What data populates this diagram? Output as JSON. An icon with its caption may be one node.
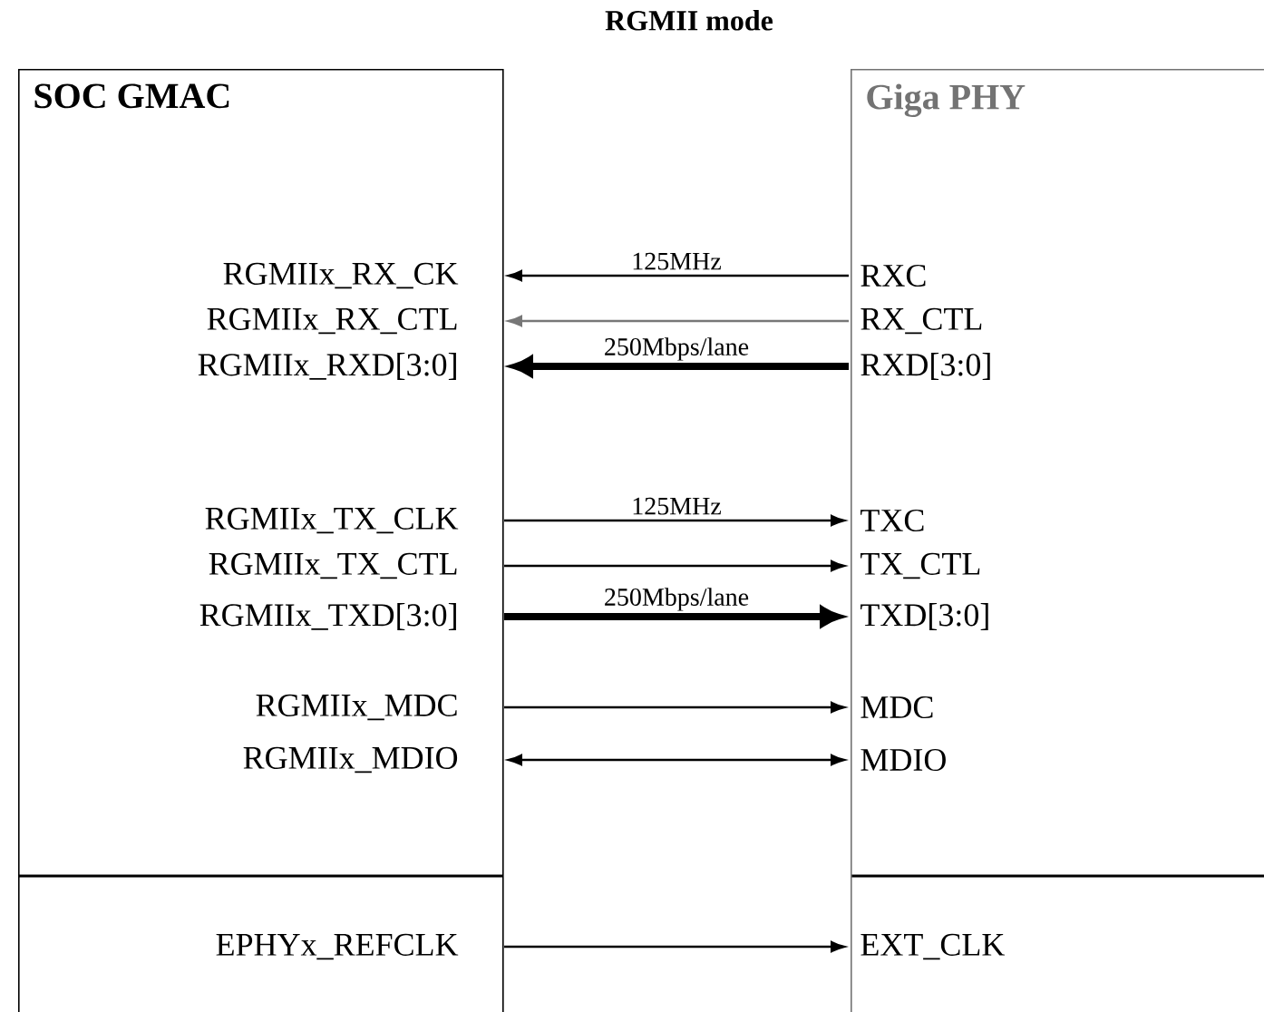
{
  "diagram": {
    "title": "RGMII mode",
    "nodes": [
      {
        "text": [
          "SOC GMAC"
        ]
      },
      {
        "text": [
          "Giga PHY"
        ]
      },
      {
        "text": [
          "RGMIIx_RX_CK"
        ],
        "in": 0
      },
      {
        "text": [
          "RGMIIx_RX_CTL"
        ],
        "in": 0
      },
      {
        "text": [
          "RGMIIx_RXD[3:0]"
        ],
        "in": 0
      },
      {
        "text": [
          "RGMIIx_TX_CLK"
        ],
        "in": 0
      },
      {
        "text": [
          "RGMIIx_TX_CTL"
        ],
        "in": 0
      },
      {
        "text": [
          "RGMIIx_TXD[3:0]"
        ],
        "in": 0
      },
      {
        "text": [
          "RGMIIx_MDC"
        ],
        "in": 0
      },
      {
        "text": [
          "RGMIIx_MDIO"
        ],
        "in": 0
      },
      {
        "text": [
          "EPHYx_REFCLK"
        ],
        "in": 0
      },
      {
        "text": [
          "RXC"
        ],
        "in": 1
      },
      {
        "text": [
          "RX_CTL"
        ],
        "in": 1
      },
      {
        "text": [
          "RXD[3:0]"
        ],
        "in": 1
      },
      {
        "text": [
          "TXC"
        ],
        "in": 1
      },
      {
        "text": [
          "TX_CTL"
        ],
        "in": 1
      },
      {
        "text": [
          "TXD[3:0]"
        ],
        "in": 1
      },
      {
        "text": [
          "MDC"
        ],
        "in": 1
      },
      {
        "text": [
          "MDIO"
        ],
        "in": 1
      },
      {
        "text": [
          "EXT_CLK"
        ],
        "in": 1
      }
    ],
    "edges": [
      {
        "from": 11,
        "to": 2,
        "arrow": "to",
        "label": "125MHz"
      },
      {
        "from": 12,
        "to": 3,
        "arrow": "to",
        "color": "#777777"
      },
      {
        "from": 13,
        "to": 4,
        "arrow": "to",
        "label": "250Mbps/lane",
        "style": "thick"
      },
      {
        "from": 5,
        "to": 14,
        "arrow": "to",
        "label": "125MHz"
      },
      {
        "from": 6,
        "to": 15,
        "arrow": "to"
      },
      {
        "from": 7,
        "to": 16,
        "arrow": "to",
        "label": "250Mbps/lane",
        "style": "thick"
      },
      {
        "from": 8,
        "to": 17,
        "arrow": "to"
      },
      {
        "from": 9,
        "to": 18,
        "arrow": "both"
      },
      {
        "from": 10,
        "to": 19,
        "arrow": "to"
      }
    ]
  }
}
